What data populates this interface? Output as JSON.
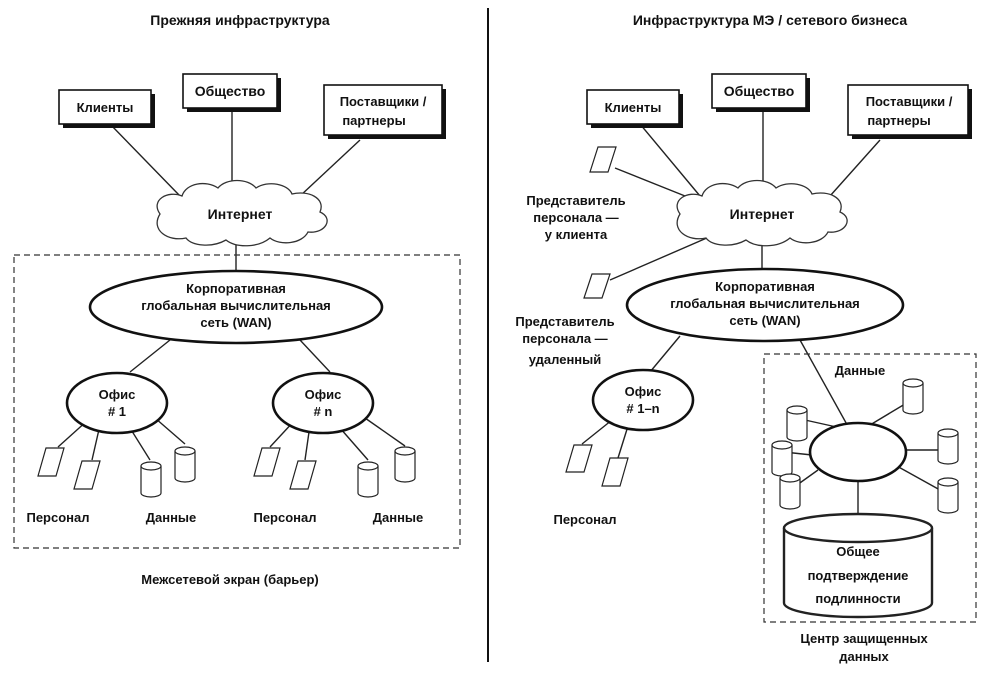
{
  "left": {
    "title": "Прежняя инфраструктура",
    "clients": "Клиенты",
    "society": "Общество",
    "suppliers": [
      "Поставщики /",
      "партнеры"
    ],
    "internet": "Интернет",
    "wan": [
      "Корпоративная",
      "глобальная вычислительная",
      "сеть (WAN)"
    ],
    "office1": [
      "Офис",
      "# 1"
    ],
    "officeN": [
      "Офис",
      "# n"
    ],
    "staff1": "Персонал",
    "data1": "Данные",
    "staff2": "Персонал",
    "data2": "Данные",
    "firewall": "Межсетевой экран (барьер)"
  },
  "right": {
    "title": "Инфраструктура МЭ / сетевого бизнеса",
    "clients": "Клиенты",
    "society": "Общество",
    "suppliers": [
      "Поставщики /",
      "партнеры"
    ],
    "internet": "Интернет",
    "rep_client": [
      "Представитель",
      "персонала —",
      "у клиента"
    ],
    "rep_remote": [
      "Представитель",
      "персонала —",
      "удаленный"
    ],
    "wan": [
      "Корпоративная",
      "глобальная вычислительная",
      "сеть (WAN)"
    ],
    "office": [
      "Офис",
      "# 1–n"
    ],
    "staff": "Персонал",
    "data": "Данные",
    "auth": [
      "Общее",
      "подтверждение",
      "подлинности"
    ],
    "secure_center": [
      "Центр защищенных",
      "данных"
    ]
  }
}
